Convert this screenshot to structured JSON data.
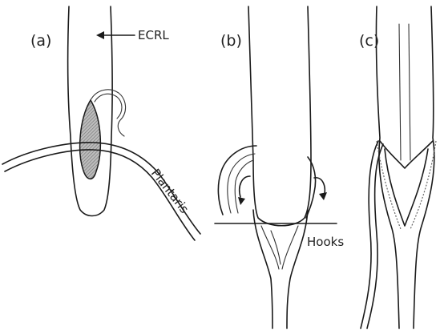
{
  "labels": {
    "panel_a": "(a)",
    "panel_b": "(b)",
    "panel_c": "(c)",
    "ecrl": "ECRL",
    "plantaris": "Plantaris",
    "hooks": "Hooks"
  },
  "colors": {
    "ink": "#1a1a1a",
    "shading": "#8a8a8a",
    "background": "#ffffff"
  }
}
